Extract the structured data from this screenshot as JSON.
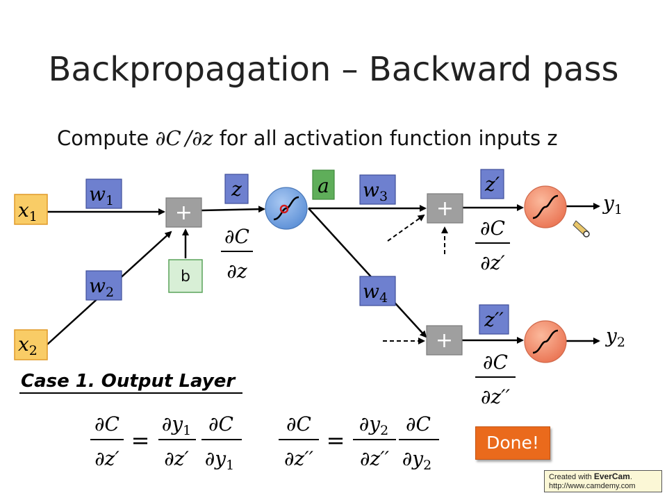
{
  "title": "Backpropagation – Backward pass",
  "subtitle": {
    "prefix": "Compute ",
    "math": "∂C /∂z",
    "suffix": " for all activation function inputs z"
  },
  "inputs": {
    "x1": "x",
    "x1_sub": "1",
    "x2": "x",
    "x2_sub": "2"
  },
  "weights": {
    "w1": "w",
    "w1_sub": "1",
    "w2": "w",
    "w2_sub": "2",
    "w3": "w",
    "w3_sub": "3",
    "w4": "w",
    "w4_sub": "4"
  },
  "bias": "b",
  "plus_symbol": "+",
  "labels": {
    "z": "z",
    "a": "a",
    "z_prime": "z′",
    "z_dprime": "z′′"
  },
  "partials": {
    "dC": "∂C",
    "dz": "∂z",
    "dz_prime": "∂z′",
    "dz_dprime": "∂z′′"
  },
  "outputs": {
    "y1": "y",
    "y1_sub": "1",
    "y2": "y",
    "y2_sub": "2"
  },
  "case_heading": "Case 1. Output Layer",
  "equations": {
    "eq1": {
      "lhs_num": "∂C",
      "lhs_den": "∂z′",
      "eq": "=",
      "t1_num": "∂y",
      "t1_num_sub": "1",
      "t1_den": "∂z′",
      "t2_num": "∂C",
      "t2_den": "∂y",
      "t2_den_sub": "1"
    },
    "eq2": {
      "lhs_num": "∂C",
      "lhs_den": "∂z′′",
      "eq": "=",
      "t1_num": "∂y",
      "t1_num_sub": "2",
      "t1_den": "∂z′′",
      "t2_num": "∂C",
      "t2_den": "∂y",
      "t2_den_sub": "2"
    }
  },
  "done_button": "Done!",
  "watermark": {
    "line1_prefix": "Created with ",
    "brand": "EverCam",
    "line1_suffix": ".",
    "line2": "http://www.camdemy.com"
  },
  "colors": {
    "input_fill": "#f9cc66",
    "input_stroke": "#e09a28",
    "weight_fill": "#6e80cf",
    "weight_stroke": "#3f4f9a",
    "plus_fill": "#9f9f9f",
    "bias_fill": "#d8efd6",
    "bias_stroke": "#5aa35a",
    "a_fill": "#5fae5a",
    "neuron_blue": "#5b8fd6",
    "neuron_orange": "#ef8260",
    "done": "#ea6a1c"
  }
}
